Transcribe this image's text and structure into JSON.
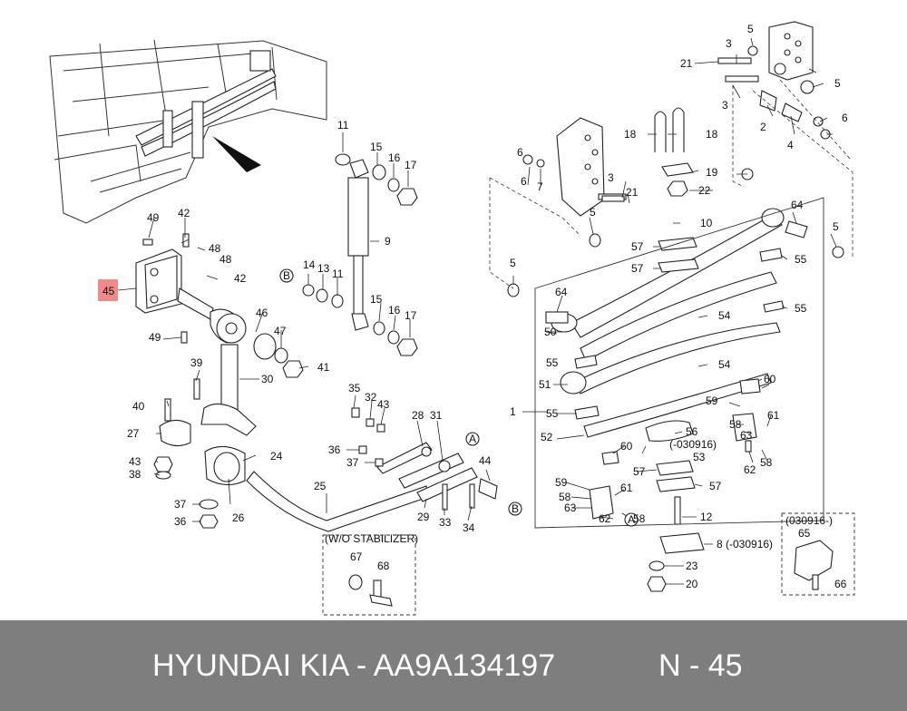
{
  "footer": {
    "brand_part": "HYUNDAI  KIA - AA9A134197",
    "ref": "N - 45"
  },
  "highlight": {
    "label": "45",
    "color": "#f08a8a"
  },
  "notes": {
    "wo_stabilizer": "(W/O STABILIZER)",
    "date_030916_plus": "(030916-)",
    "date_minus_030916": "(-030916)",
    "date_item8": "(-030916)"
  },
  "callouts": {
    "c1": "1",
    "c2": "2",
    "c3a": "3",
    "c3b": "3",
    "c3c": "3",
    "c4": "4",
    "c5a": "5",
    "c5b": "5",
    "c5c": "5",
    "c5d": "5",
    "c5e": "5",
    "c6a": "6",
    "c6b": "6",
    "c6c": "6",
    "c7": "7",
    "c8": "8",
    "c9": "9",
    "c10": "10",
    "c11a": "11",
    "c11b": "11",
    "c12": "12",
    "c13": "13",
    "c14": "14",
    "c15a": "15",
    "c15b": "15",
    "c16a": "16",
    "c16b": "16",
    "c17a": "17",
    "c17b": "17",
    "c18a": "18",
    "c18b": "18",
    "c19": "19",
    "c20": "20",
    "c21a": "21",
    "c21b": "21",
    "c22": "22",
    "c23": "23",
    "c24": "24",
    "c25": "25",
    "c26": "26",
    "c27": "27",
    "c28": "28",
    "c29": "29",
    "c30": "30",
    "c31": "31",
    "c32": "32",
    "c33": "33",
    "c34": "34",
    "c35": "35",
    "c36a": "36",
    "c36b": "36",
    "c37a": "37",
    "c37b": "37",
    "c38": "38",
    "c39": "39",
    "c40": "40",
    "c41": "41",
    "c42a": "42",
    "c42b": "42",
    "c43a": "43",
    "c43b": "43",
    "c44": "44",
    "c46": "46",
    "c47": "47",
    "c48a": "48",
    "c48b": "48",
    "c49a": "49",
    "c49b": "49",
    "c50": "50",
    "c51": "51",
    "c52": "52",
    "c53": "53",
    "c54a": "54",
    "c54b": "54",
    "c55a": "55",
    "c55b": "55",
    "c55c": "55",
    "c55d": "55",
    "c56": "56",
    "c57a": "57",
    "c57b": "57",
    "c57c": "57",
    "c57d": "57",
    "c58a": "58",
    "c58b": "58",
    "c58c": "58",
    "c58d": "58",
    "c59a": "59",
    "c59b": "59",
    "c60a": "60",
    "c60b": "60",
    "c61a": "61",
    "c61b": "61",
    "c62a": "62",
    "c62b": "62",
    "c63a": "63",
    "c63b": "63",
    "c64a": "64",
    "c64b": "64",
    "c65": "65",
    "c66": "66",
    "c67": "67",
    "c68": "68",
    "refA1": "A",
    "refA2": "A",
    "refB1": "B",
    "refB2": "B"
  }
}
